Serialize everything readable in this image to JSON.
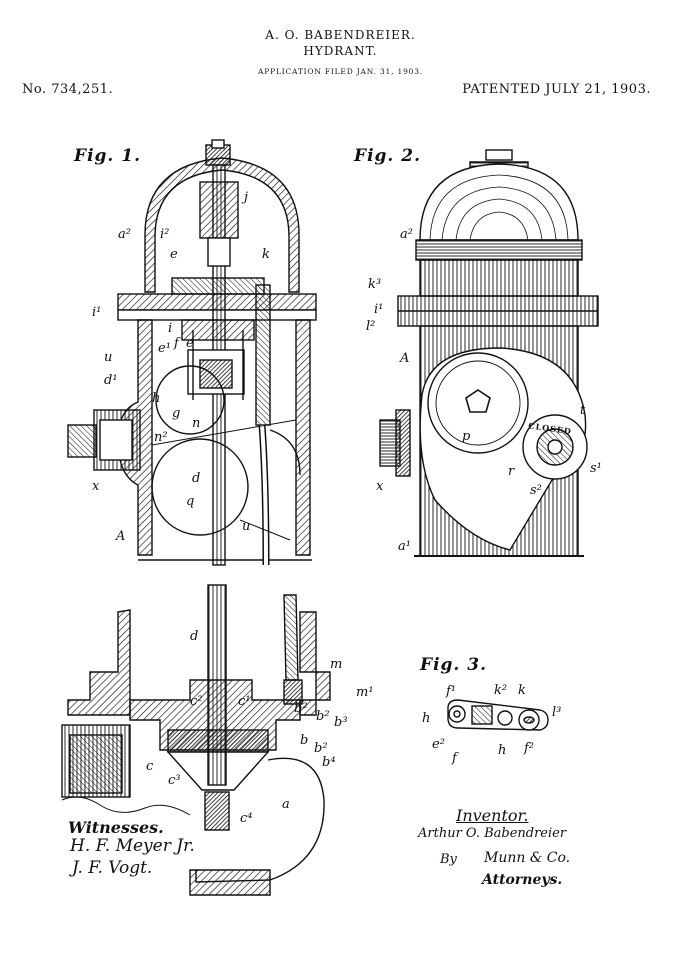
{
  "header": {
    "inventor": "A. O. BABENDREIER.",
    "title": "HYDRANT.",
    "application": "APPLICATION FILED JAN. 31, 1903.",
    "patent_number": "No. 734,251.",
    "patent_date": "PATENTED JULY 21, 1903."
  },
  "figures": {
    "fig1": "Fig. 1.",
    "fig2": "Fig. 2.",
    "fig3": "Fig. 3."
  },
  "fig2": {
    "valve_stamp": "CLOSED"
  },
  "signatures": {
    "witnesses_label": "Witnesses.",
    "witness_1": "H. F. Meyer Jr.",
    "witness_2": "J. F. Vogt.",
    "inventor_label": "Inventor.",
    "inventor_signature": "Arthur O. Babendreier",
    "by": "By",
    "agent": "Munn & Co.",
    "attorneys": "Attorneys."
  },
  "colors": {
    "ink": "#111111",
    "paper": "#ffffff"
  }
}
